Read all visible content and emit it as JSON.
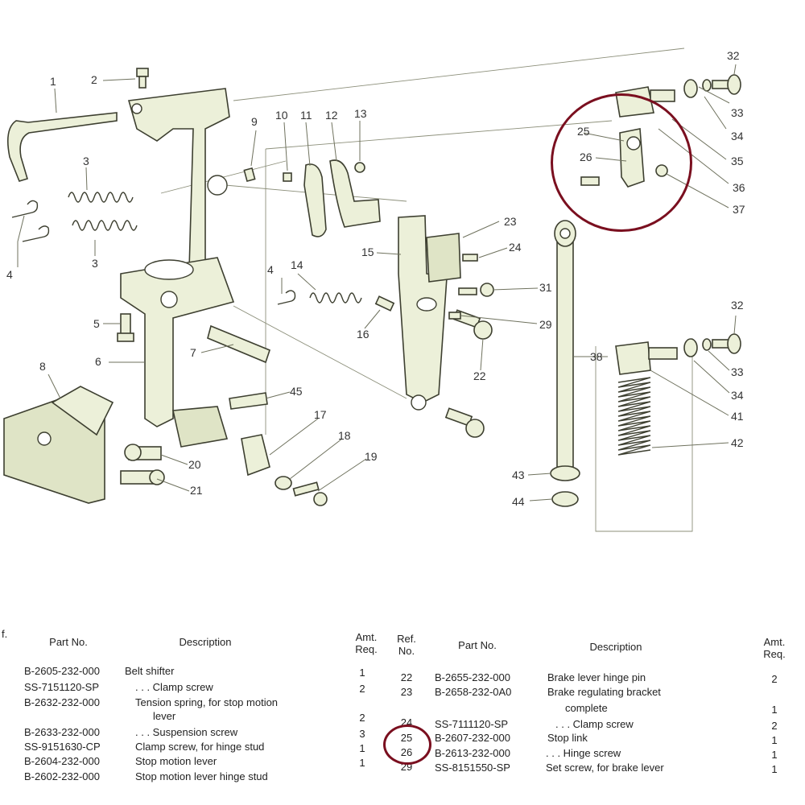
{
  "diagram": {
    "callouts": [
      "1",
      "2",
      "3",
      "3",
      "4",
      "4",
      "5",
      "6",
      "7",
      "8",
      "9",
      "10",
      "11",
      "12",
      "13",
      "14",
      "15",
      "16",
      "17",
      "18",
      "19",
      "20",
      "21",
      "22",
      "23",
      "24",
      "29",
      "31",
      "25",
      "26",
      "32",
      "33",
      "34",
      "35",
      "36",
      "37",
      "32",
      "33",
      "34",
      "41",
      "42",
      "38",
      "43",
      "44",
      "45"
    ]
  },
  "table": {
    "left_headers": {
      "ref": "f.",
      "part_no": "Part No.",
      "description": "Description",
      "amt": "Amt.\nReq."
    },
    "right_headers": {
      "ref": "Ref.\nNo.",
      "part_no": "Part No.",
      "description": "Description",
      "amt": "Amt.\nReq."
    },
    "left_rows": [
      {
        "part_no": "B-2605-232-000",
        "description": "Belt shifter",
        "amt": "1"
      },
      {
        "part_no": "SS-7151120-SP",
        "description": ". . . Clamp screw",
        "amt": "2"
      },
      {
        "part_no": "B-2632-232-000",
        "description": "Tension spring, for stop motion",
        "amt": ""
      },
      {
        "part_no": "",
        "description": "lever",
        "amt": "2"
      },
      {
        "part_no": "B-2633-232-000",
        "description": ". . . Suspension screw",
        "amt": "3"
      },
      {
        "part_no": "SS-9151630-CP",
        "description": "Clamp screw, for hinge stud",
        "amt": "1"
      },
      {
        "part_no": "B-2604-232-000",
        "description": "Stop motion lever",
        "amt": "1"
      },
      {
        "part_no": "B-2602-232-000",
        "description": "Stop motion lever hinge stud",
        "amt": ""
      }
    ],
    "right_rows": [
      {
        "ref": "22",
        "part_no": "B-2655-232-000",
        "description": "Brake lever hinge pin",
        "amt": "2"
      },
      {
        "ref": "23",
        "part_no": "B-2658-232-0A0",
        "description": "Brake regulating bracket",
        "amt": ""
      },
      {
        "ref": "",
        "part_no": "",
        "description": "complete",
        "amt": "1"
      },
      {
        "ref": "24",
        "part_no": "SS-7111120-SP",
        "description": ". . . Clamp screw",
        "amt": "2"
      },
      {
        "ref": "25",
        "part_no": "B-2607-232-000",
        "description": "Stop link",
        "amt": "1"
      },
      {
        "ref": "26",
        "part_no": "B-2613-232-000",
        "description": ". . . Hinge screw",
        "amt": "1"
      },
      {
        "ref": "29",
        "part_no": "SS-8151550-SP",
        "description": "Set screw, for brake lever",
        "amt": "1"
      }
    ]
  }
}
